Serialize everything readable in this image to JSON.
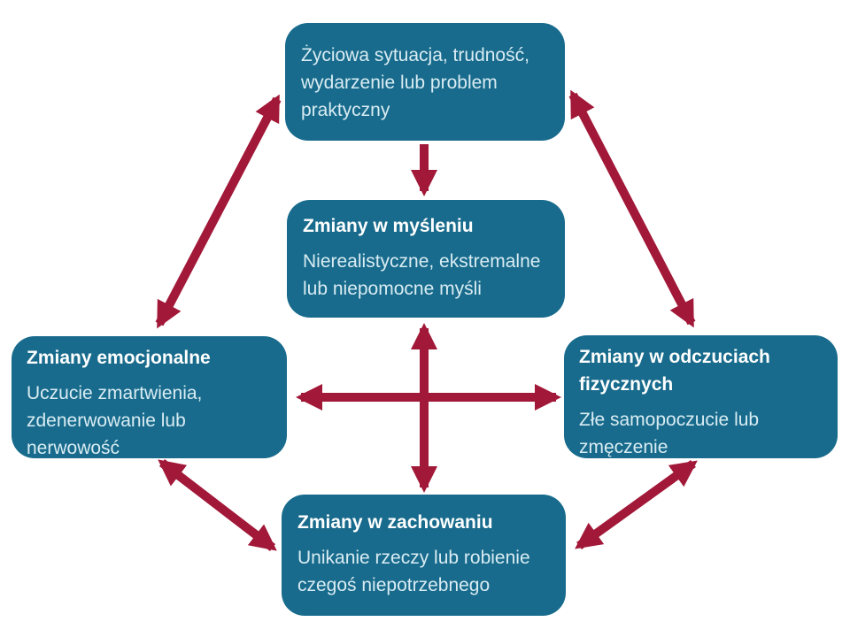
{
  "colors": {
    "box-bg": "#186B8C",
    "arrow": "#A21838",
    "title-text": "#FFFFFF",
    "body-text": "#D9ECF3",
    "page-bg": "#FFFFFF"
  },
  "nodes": {
    "situation": {
      "title": "",
      "body": "Życiowa sytuacja, trudność,\nwydarzenie lub problem\npraktyczny"
    },
    "thoughts": {
      "title": "Zmiany w myśleniu",
      "body": "Nierealistyczne, ekstremalne\nlub niepomocne myśli"
    },
    "emotions": {
      "title": "Zmiany emocjonalne",
      "body": "Uczucie zmartwienia,\nzdenerwowanie lub\nnerwowość"
    },
    "physical": {
      "title": "Zmiany w odczuciach\nfizycznych",
      "body": "Złe samopoczucie lub\nzmęczenie"
    },
    "behaviour": {
      "title": "Zmiany w zachowaniu",
      "body": "Unikanie rzeczy lub robienie\nczegoś niepotrzebnego"
    }
  },
  "arrows": [
    {
      "from": "situation",
      "to": "thoughts",
      "double": false
    },
    {
      "from": "thoughts",
      "to": "behaviour",
      "double": true
    },
    {
      "from": "emotions",
      "to": "physical",
      "double": true
    },
    {
      "from": "situation",
      "to": "emotions",
      "double": true
    },
    {
      "from": "situation",
      "to": "physical",
      "double": true
    },
    {
      "from": "emotions",
      "to": "behaviour",
      "double": true
    },
    {
      "from": "physical",
      "to": "behaviour",
      "double": true
    }
  ]
}
